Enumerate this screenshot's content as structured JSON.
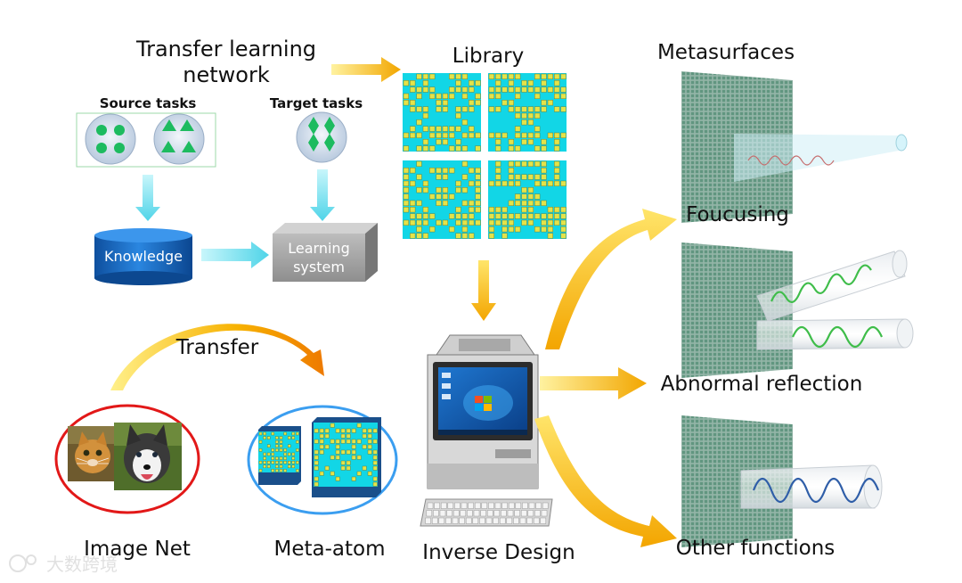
{
  "header": {
    "transfer_learning_network": [
      "Transfer learning",
      "network"
    ],
    "library": "Library",
    "metasurfaces": "Metasurfaces"
  },
  "tasks": {
    "source": "Source tasks",
    "target": "Target tasks"
  },
  "boxes": {
    "knowledge": "Knowledge",
    "learning_system": [
      "Learning",
      "system"
    ]
  },
  "transfer": {
    "label": "Transfer",
    "image_net": "Image Net",
    "meta_atom": "Meta-atom"
  },
  "computer": {
    "label": "Inverse Design"
  },
  "functions": {
    "focusing": "Foucusing",
    "abnormal_reflection": "Abnormal reflection",
    "other_functions": "Other functions"
  },
  "watermark": "大数跨境",
  "colors": {
    "gold_arrow": "#f5b400",
    "cyan_arrow": "#6fe3f0",
    "knowledge_blue": "#1a6fc7",
    "pattern_bg": "#12d6e6",
    "pattern_cell": "#e3e34a",
    "green_marker": "#1dbb5f"
  }
}
